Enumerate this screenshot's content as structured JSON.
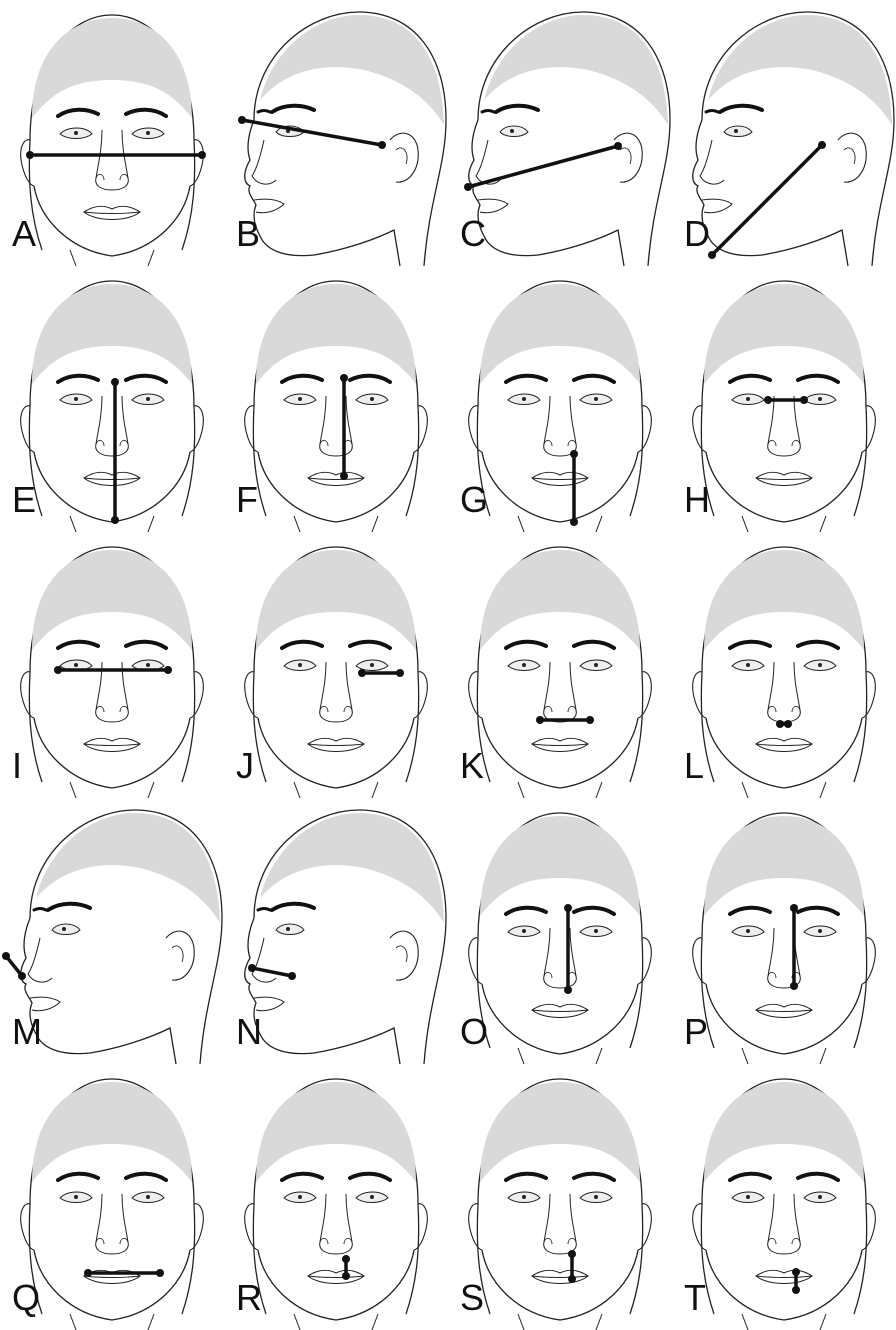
{
  "panels": [
    {
      "label": "A",
      "view": "front",
      "measure": "ear-to-ear"
    },
    {
      "label": "B",
      "view": "three-quarter",
      "measure": "outer-eye-to-ear"
    },
    {
      "label": "C",
      "view": "three-quarter",
      "measure": "mouth-corner-to-ear"
    },
    {
      "label": "D",
      "view": "three-quarter",
      "measure": "chin-to-ear"
    },
    {
      "label": "E",
      "view": "front",
      "measure": "nasion-to-chin"
    },
    {
      "label": "F",
      "view": "front",
      "measure": "nasion-to-lip"
    },
    {
      "label": "G",
      "view": "front",
      "measure": "subnasale-to-chin"
    },
    {
      "label": "H",
      "view": "front",
      "measure": "inner-eye-corners"
    },
    {
      "label": "I",
      "view": "front",
      "measure": "outer-eye-corners"
    },
    {
      "label": "J",
      "view": "front",
      "measure": "eye-width"
    },
    {
      "label": "K",
      "view": "front",
      "measure": "nose-width"
    },
    {
      "label": "L",
      "view": "front",
      "measure": "nostril-gap"
    },
    {
      "label": "M",
      "view": "three-quarter",
      "measure": "nose-tip-diagonal"
    },
    {
      "label": "N",
      "view": "three-quarter",
      "measure": "nose-tip-to-alar"
    },
    {
      "label": "O",
      "view": "front",
      "measure": "nose-length"
    },
    {
      "label": "P",
      "view": "front",
      "measure": "nose-length-short"
    },
    {
      "label": "Q",
      "view": "front",
      "measure": "mouth-width"
    },
    {
      "label": "R",
      "view": "front",
      "measure": "philtrum-length"
    },
    {
      "label": "S",
      "view": "front",
      "measure": "subnasale-to-stomion"
    },
    {
      "label": "T",
      "view": "front",
      "measure": "lip-height"
    }
  ]
}
